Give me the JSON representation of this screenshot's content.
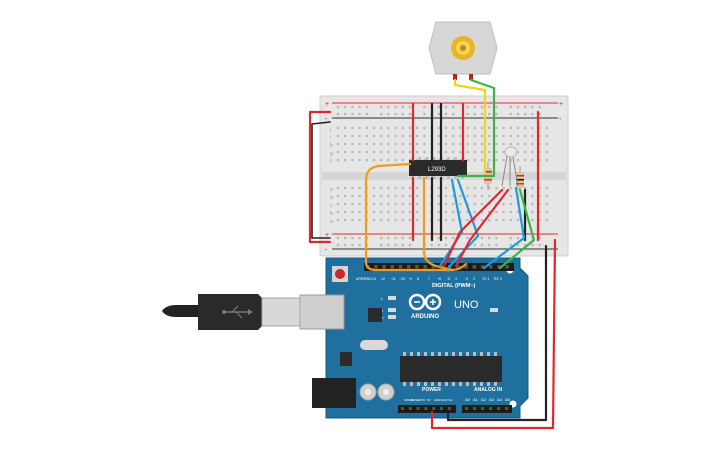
{
  "chip": {
    "label": "L293D"
  },
  "arduino": {
    "brand": "ARDUINO",
    "model": "UNO",
    "digital_header": "DIGITAL (PWM~)",
    "power_header": "POWER",
    "analog_header": "ANALOG IN",
    "aref": "AREF",
    "gnd": "GND",
    "tx": "TX",
    "rx": "RX",
    "led_l": "L",
    "digital_pins": [
      "13",
      "12",
      "~11",
      "~10",
      "~9",
      "8",
      "7",
      "~6",
      "~5",
      "4",
      "~3",
      "2",
      "TX 1",
      "RX 0"
    ],
    "power_pins": [
      "IOREF",
      "RESET",
      "3.3V",
      "5V",
      "GND",
      "GND",
      "Vin"
    ],
    "analog_pins": [
      "A0",
      "A1",
      "A2",
      "A3",
      "A4",
      "A5"
    ]
  },
  "breadboard": {
    "row_letters": [
      "j",
      "i",
      "h",
      "g",
      "f",
      "e",
      "d",
      "c",
      "b",
      "a"
    ],
    "rail_plus": "+",
    "rail_minus": "-"
  },
  "colors": {
    "wire_red": "#e0282c",
    "wire_black": "#222222",
    "wire_orange": "#f39a1e",
    "wire_blue": "#1f9bd7",
    "wire_green": "#3bb54a",
    "wire_yellow": "#f1d21c",
    "board_blue": "#1f6f9f",
    "breadboard": "#e7e7e7"
  }
}
